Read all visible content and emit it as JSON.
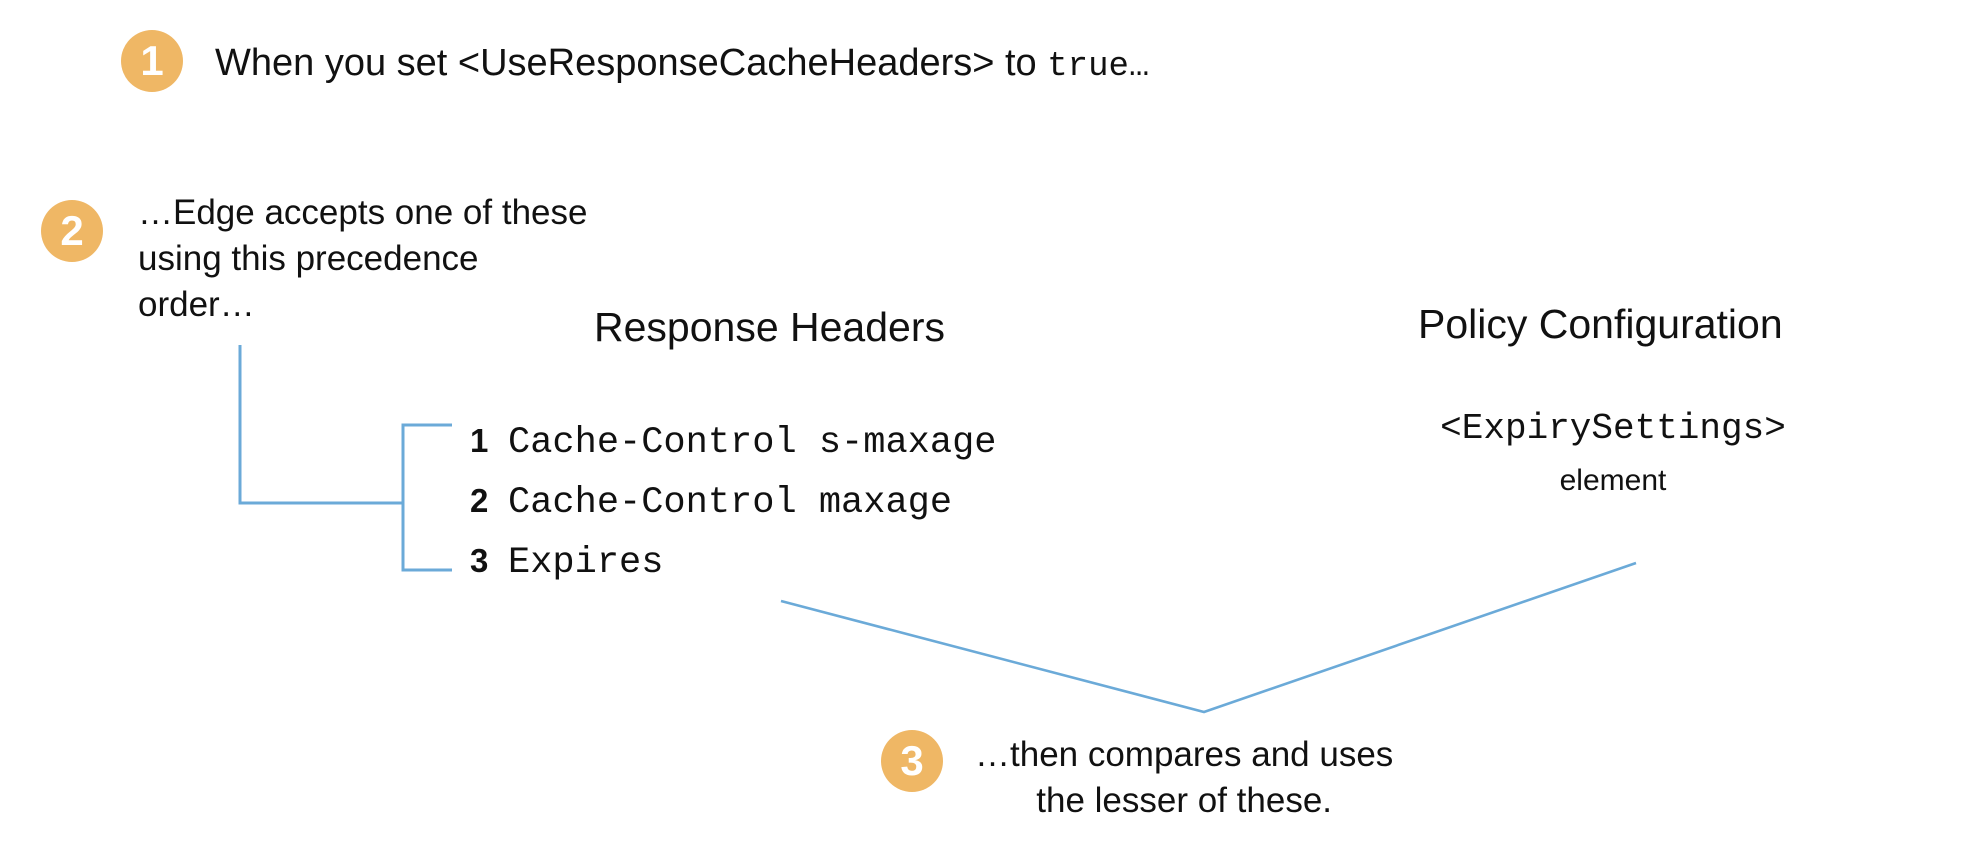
{
  "theme": {
    "background": "#ffffff",
    "badge_fill": "#EFB765",
    "badge_text": "#ffffff",
    "text_color": "#111111",
    "connector_color": "#6BAAD8"
  },
  "steps": [
    {
      "number": "1",
      "text": "When you set <UseResponseCacheHeaders> to ",
      "text_mono": "true…"
    },
    {
      "number": "2",
      "text": "…Edge accepts one of these\nusing this precedence\norder…"
    },
    {
      "number": "3",
      "text": "…then compares and uses\nthe lesser of these."
    }
  ],
  "columns": {
    "response_headers": {
      "heading": "Response Headers",
      "items": [
        {
          "rank": "1",
          "value": "Cache-Control s-maxage"
        },
        {
          "rank": "2",
          "value": "Cache-Control maxage"
        },
        {
          "rank": "3",
          "value": "Expires"
        }
      ]
    },
    "policy_configuration": {
      "heading": "Policy Configuration",
      "element_name": "<ExpirySettings>",
      "element_label": "element"
    }
  }
}
